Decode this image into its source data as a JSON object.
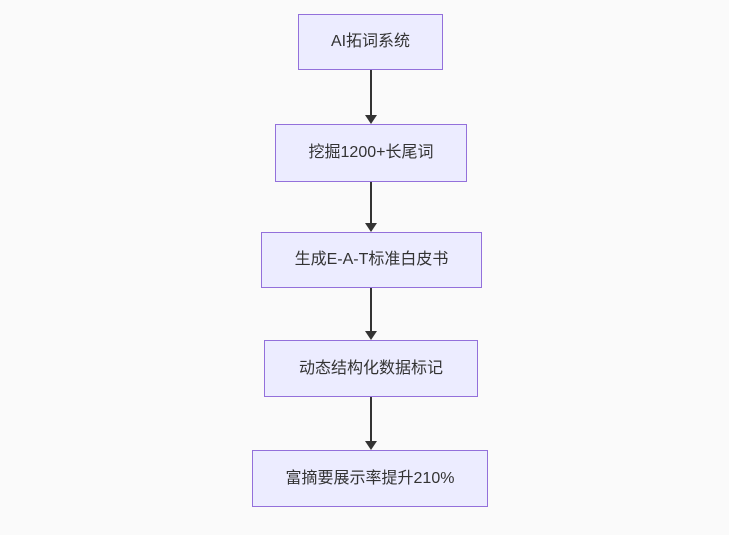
{
  "diagram": {
    "type": "flowchart",
    "direction": "top-down",
    "nodes": [
      {
        "id": "n1",
        "label": "AI拓词系统"
      },
      {
        "id": "n2",
        "label": "挖掘1200+长尾词"
      },
      {
        "id": "n3",
        "label": "生成E-A-T标准白皮书"
      },
      {
        "id": "n4",
        "label": "动态结构化数据标记"
      },
      {
        "id": "n5",
        "label": "富摘要展示率提升210%"
      }
    ],
    "edges": [
      {
        "from": "n1",
        "to": "n2"
      },
      {
        "from": "n2",
        "to": "n3"
      },
      {
        "from": "n3",
        "to": "n4"
      },
      {
        "from": "n4",
        "to": "n5"
      }
    ],
    "colors": {
      "background": "#fafafa",
      "node_fill": "#ececff",
      "node_border": "#9370db",
      "node_text": "#333333",
      "arrow": "#333333"
    }
  }
}
